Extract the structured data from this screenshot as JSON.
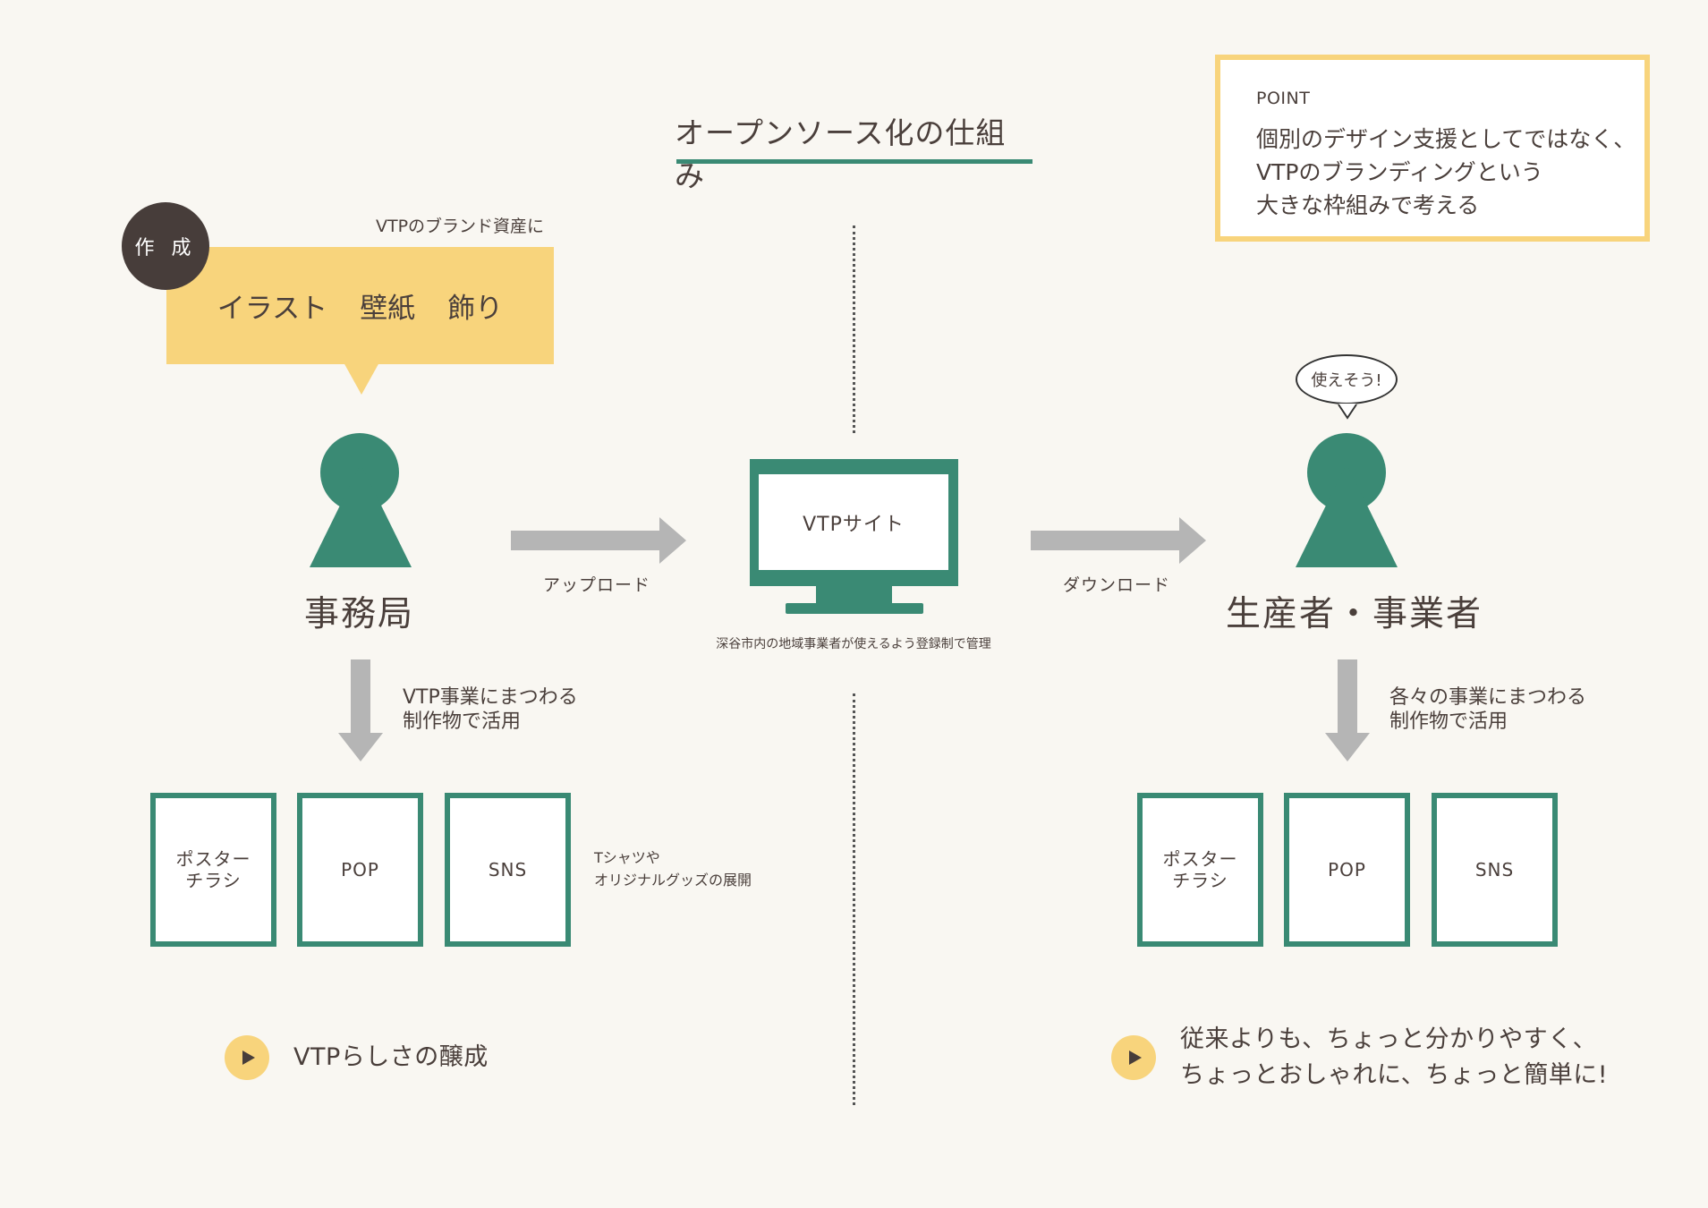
{
  "title": "オープンソース化の仕組み",
  "point": {
    "label": "POINT",
    "lines": [
      "個別のデザイン支援としてではなく、",
      "VTPのブランディングという",
      "大きな枠組みで考える"
    ]
  },
  "left": {
    "badge": "作 成",
    "asset_caption": "VTPのブランド資産に",
    "assets": [
      "イラスト",
      "壁紙",
      "飾り"
    ],
    "actor": "事務局",
    "usage": [
      "VTP事業にまつわる",
      "制作物で活用"
    ],
    "outputs": [
      "ポスター\nチラシ",
      "POP",
      "SNS"
    ],
    "extra": [
      "Tシャツや",
      "オリジナルグッズの展開"
    ],
    "result": "VTPらしさの醸成"
  },
  "center": {
    "upload_label": "アップロード",
    "download_label": "ダウンロード",
    "site_label": "VTPサイト",
    "site_caption": "深谷市内の地域事業者が使えるよう登録制で管理"
  },
  "right": {
    "speech": "使えそう!",
    "actor": "生産者・事業者",
    "usage": [
      "各々の事業にまつわる",
      "制作物で活用"
    ],
    "outputs": [
      "ポスター\nチラシ",
      "POP",
      "SNS"
    ],
    "result": [
      "従来よりも、ちょっと分かりやすく、",
      "ちょっとおしゃれに、ちょっと簡単に!"
    ]
  },
  "colors": {
    "green": "#3a8a74",
    "yellow": "#f8d47c",
    "gray_arrow": "#b5b5b5",
    "dark": "#473d3a"
  }
}
